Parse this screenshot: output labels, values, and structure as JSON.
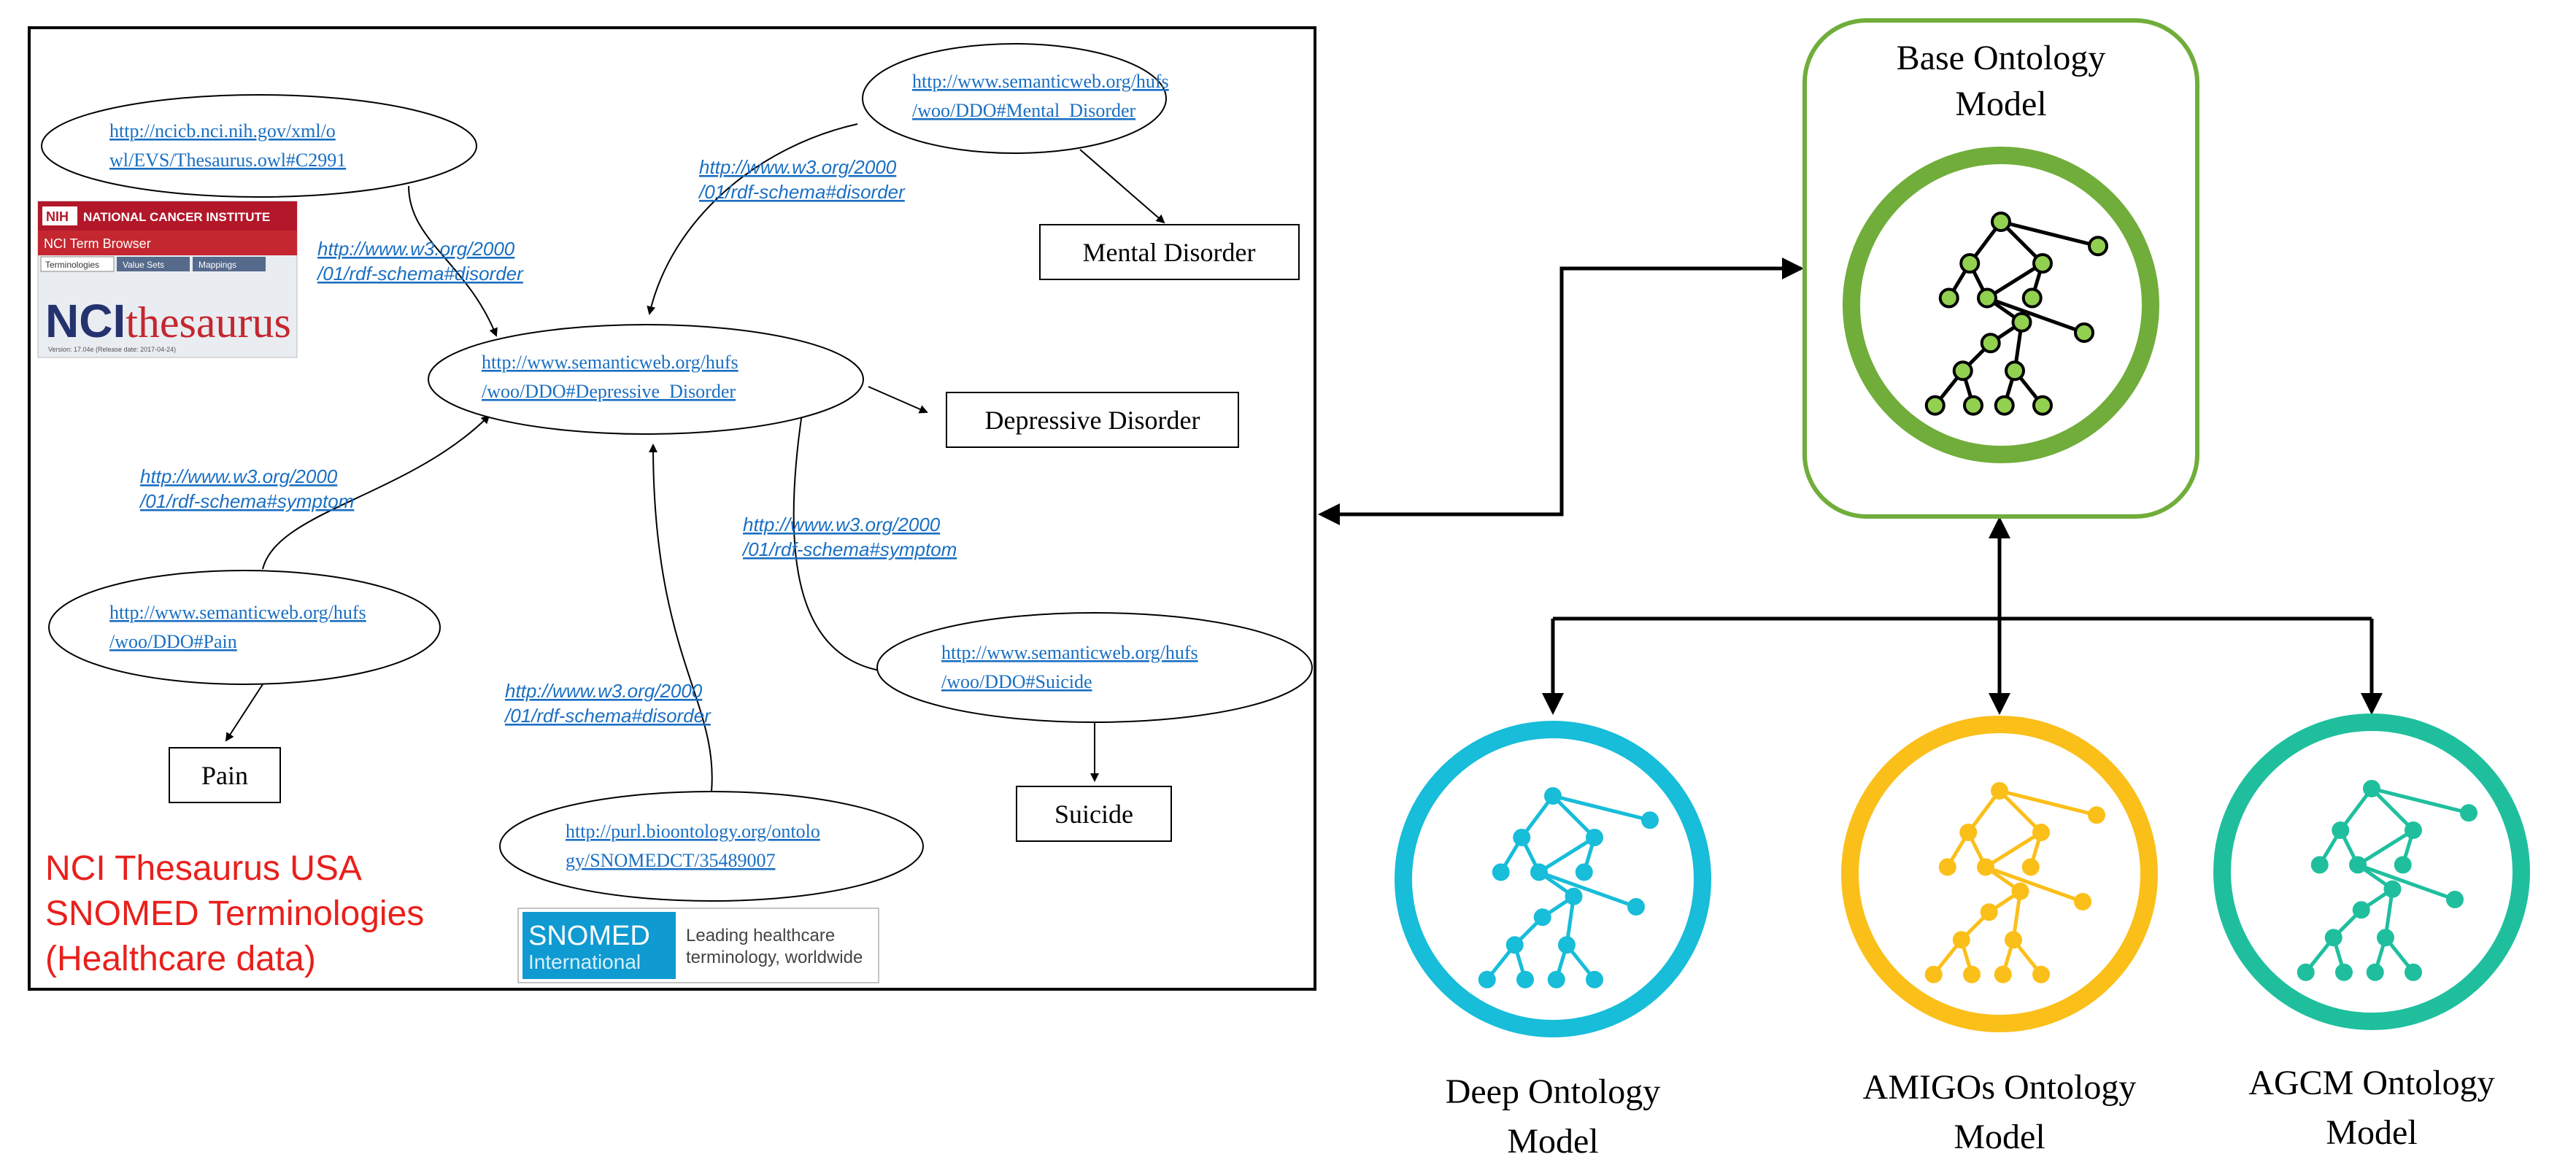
{
  "panel": {
    "uri_nodes": [
      {
        "id": "c2991",
        "lines": [
          "http://ncicb.nci.nih.gov/xml/o",
          "wl/EVS/Thesaurus.owl#C2991"
        ]
      },
      {
        "id": "mental",
        "lines": [
          "http://www.semanticweb.org/hufs",
          "/woo/DDO#Mental_Disorder"
        ]
      },
      {
        "id": "depressive",
        "lines": [
          "http://www.semanticweb.org/hufs",
          "/woo/DDO#Depressive_Disorder"
        ]
      },
      {
        "id": "pain",
        "lines": [
          "http://www.semanticweb.org/hufs",
          "/woo/DDO#Pain"
        ]
      },
      {
        "id": "suicide",
        "lines": [
          "http://www.semanticweb.org/hufs",
          "/woo/DDO#Suicide"
        ]
      },
      {
        "id": "snomedct",
        "lines": [
          "http://purl.bioontology.org/ontolo",
          "gy/SNOMEDCT/35489007"
        ]
      }
    ],
    "predicates": [
      {
        "id": "p1",
        "lines": [
          "http://www.w3.org/2000",
          "/01/rdf-schema#disorder"
        ]
      },
      {
        "id": "p2",
        "lines": [
          "http://www.w3.org/2000",
          "/01/rdf-schema#disorder"
        ]
      },
      {
        "id": "p3",
        "lines": [
          "http://www.w3.org/2000",
          "/01/rdf-schema#symptom"
        ]
      },
      {
        "id": "p4",
        "lines": [
          "http://www.w3.org/2000",
          "/01/rdf-schema#symptom"
        ]
      },
      {
        "id": "p5",
        "lines": [
          "http://www.w3.org/2000",
          "/01/rdf-schema#disorder"
        ]
      }
    ],
    "literals": {
      "mental": "Mental Disorder",
      "depressive": "Depressive Disorder",
      "pain": "Pain",
      "suicide": "Suicide"
    },
    "nci_logo": {
      "banner": "NATIONAL CANCER INSTITUTE",
      "nih": "NIH",
      "subtitle": "NCI Term Browser",
      "tabs": [
        "Terminologies",
        "Value Sets",
        "Mappings"
      ],
      "brand_bold": "NCI",
      "brand_light": "thesaurus",
      "version": "Version: 17.04e (Release date: 2017-04-24)"
    },
    "snomed_logo": {
      "name": "SNOMED",
      "sub": "International",
      "tagline": [
        "Leading healthcare",
        "terminology, worldwide"
      ]
    },
    "caption": [
      "NCI Thesaurus USA",
      "SNOMED Terminologies",
      "(Healthcare data)"
    ]
  },
  "models": {
    "base": {
      "lines": [
        "Base Ontology",
        "Model"
      ],
      "color": "#70ad3a",
      "node_color": "#92d050"
    },
    "deep": {
      "lines": [
        "Deep Ontology",
        "Model"
      ],
      "color": "#17bdd9"
    },
    "amigos": {
      "lines": [
        "AMIGOs Ontology",
        "Model"
      ],
      "color": "#fbbf1a"
    },
    "agcm": {
      "lines": [
        "AGCM Ontology",
        "Model"
      ],
      "color": "#1fbf9e"
    }
  }
}
